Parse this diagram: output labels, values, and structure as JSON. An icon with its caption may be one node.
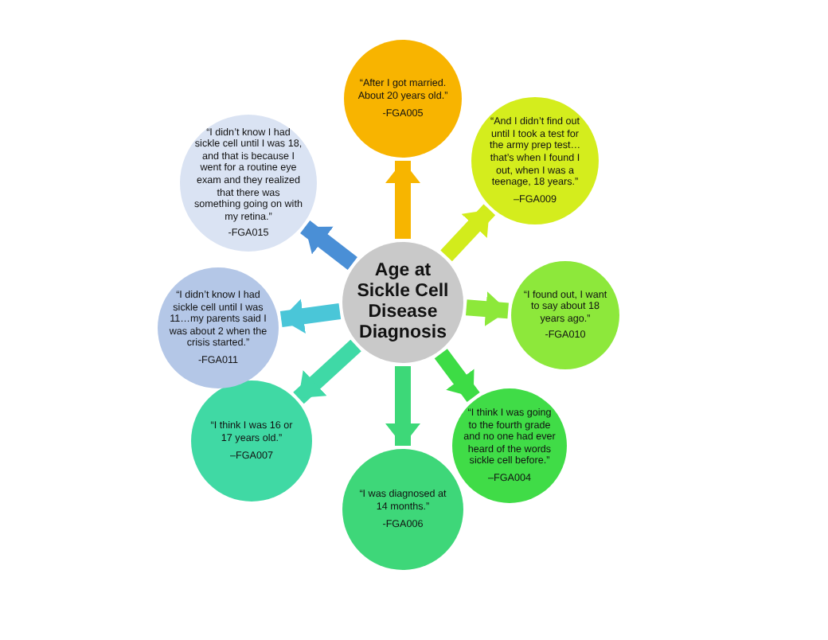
{
  "diagram": {
    "nodes": [
      {
        "text": [
          "Age at Sickle Cell Disease Diagnosis"
        ]
      },
      {
        "text": [
          "“After I got married. About 20 years old.”",
          "-FGA005"
        ]
      },
      {
        "text": [
          "“And I didn’t find out until I took a test for the army prep test… that’s when I found I out, when I was a teenage, 18 years.”",
          "–FGA009"
        ]
      },
      {
        "text": [
          "“I found out, I want to say about 18 years ago.”",
          "-FGA010"
        ]
      },
      {
        "text": [
          "“I think I was going to the fourth grade and no one had ever heard of the words sickle cell before.”",
          "–FGA004"
        ]
      },
      {
        "text": [
          "“I was diagnosed at 14 months.”",
          "-FGA006"
        ]
      },
      {
        "text": [
          "“I think I was 16 or 17 years old.”",
          "–FGA007"
        ]
      },
      {
        "text": [
          "“I didn’t know I had sickle cell until I was 11…my parents said I was about 2 when the crisis started.”",
          "-FGA011"
        ]
      },
      {
        "text": [
          "“I didn’t know I had sickle cell until I was 18, and that is because I went for a routine eye exam and they realized that there was something going on with my retina.”",
          "-FGA015"
        ]
      }
    ],
    "edges": [
      {
        "from": 0,
        "to": 1,
        "arrow": "to",
        "color": "#f7b500"
      },
      {
        "from": 0,
        "to": 2,
        "arrow": "to",
        "color": "#d2ec1c"
      },
      {
        "from": 0,
        "to": 3,
        "arrow": "to",
        "color": "#8de83a"
      },
      {
        "from": 0,
        "to": 4,
        "arrow": "to",
        "color": "#3ddc45"
      },
      {
        "from": 0,
        "to": 5,
        "arrow": "to",
        "color": "#3dd878"
      },
      {
        "from": 0,
        "to": 6,
        "arrow": "to",
        "color": "#3fd9a6"
      },
      {
        "from": 0,
        "to": 7,
        "arrow": "to",
        "color": "#4ac6d8"
      },
      {
        "from": 0,
        "to": 8,
        "arrow": "to",
        "color": "#4a8fd6"
      }
    ]
  }
}
